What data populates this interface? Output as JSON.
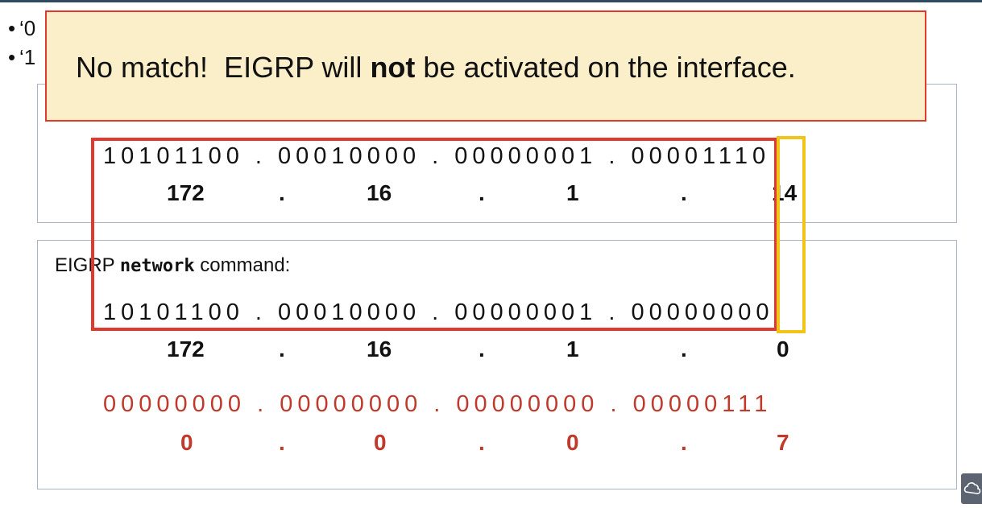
{
  "bullets": [
    {
      "text": "‘0"
    },
    {
      "text": "‘1"
    }
  ],
  "callout": {
    "prefix": "No match!  EIGRP will ",
    "emphasis": "not",
    "suffix": " be activated on the interface."
  },
  "interface_address": {
    "binary": "10101100 . 00010000 . 00000001 . 00001110",
    "octets": [
      "172",
      "16",
      "1",
      "14"
    ]
  },
  "network_command": {
    "label_prefix": "EIGRP ",
    "label_keyword": "network",
    "label_suffix": " command:",
    "binary": "10101100 . 00010000 . 00000001 . 00000000",
    "octets": [
      "172",
      "16",
      "1",
      "0"
    ]
  },
  "wildcard": {
    "binary": "00000000 . 00000000 . 00000000 . 00000111",
    "octets": [
      "0",
      "0",
      "0",
      "7"
    ],
    "color": "#c0392b"
  },
  "separator": ".",
  "colors": {
    "callout_bg": "#fbefc9",
    "callout_border": "#e03a2f",
    "highlight_red": "#e03a2f",
    "highlight_yellow": "#f2c31b"
  }
}
